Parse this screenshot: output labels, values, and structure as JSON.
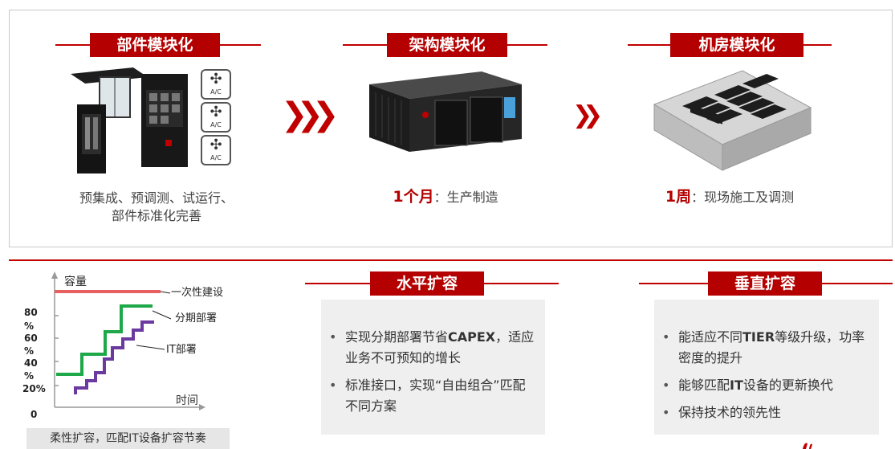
{
  "top": {
    "cards": [
      {
        "title": "部件模块化",
        "caption_lines": [
          "预集成、预调测、试运行、",
          "部件标准化完善"
        ]
      },
      {
        "title": "架构模块化",
        "emphasis": "1个月",
        "rest": "：生产制造"
      },
      {
        "title": "机房模块化",
        "emphasis": "1周",
        "rest": "：现场施工及调测"
      }
    ],
    "ac_label": "A/C",
    "arrow_big": "❯❯❯",
    "arrow_small": "❯❯"
  },
  "chart_data": {
    "type": "line",
    "ylabel": "容量",
    "xlabel": "时间",
    "y_ticks": [
      "80\n%",
      "60\n%",
      "40\n%",
      "20%",
      "0"
    ],
    "series": [
      {
        "name": "一次性建设",
        "color": "#e86060"
      },
      {
        "name": "分期部署",
        "color": "#1ea84a"
      },
      {
        "name": "IT部署",
        "color": "#6a3aa0"
      }
    ]
  },
  "bottom_caption": "柔性扩容，匹配IT设备扩容节奏",
  "horizontal": {
    "title": "水平扩容",
    "bullets": [
      [
        "实现分期部署节省",
        "CAPEX",
        "，适应业务不可预知的增长"
      ],
      [
        "标准接口，实现“自由组合”匹配不同方案",
        "",
        ""
      ]
    ]
  },
  "vertical": {
    "title": "垂直扩容",
    "bullets": [
      [
        "能适应不同",
        "TIER",
        "等级升级，功率密度的提升"
      ],
      [
        "能够匹配",
        "IT",
        "设备的更新换代"
      ],
      [
        "保持技术的领先性",
        "",
        ""
      ]
    ]
  }
}
